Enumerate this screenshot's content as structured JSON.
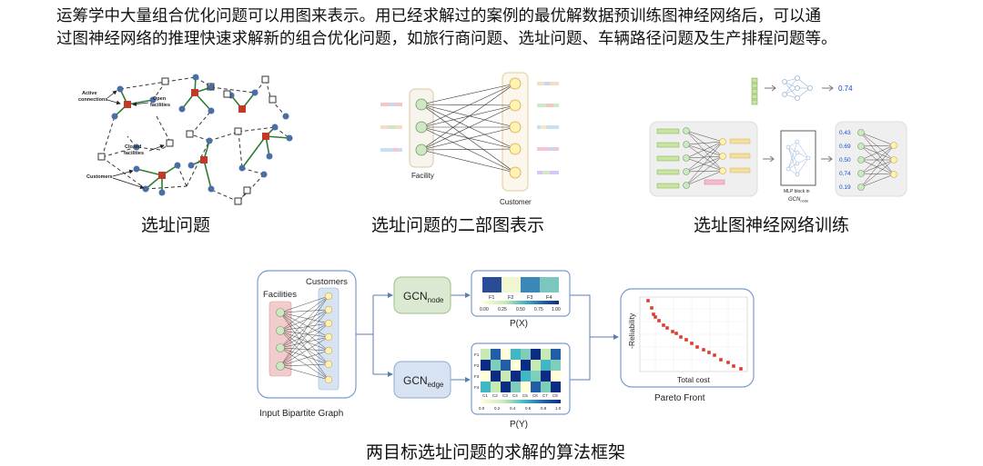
{
  "intro": {
    "line1": "运筹学中大量组合优化问题可以用图来表示。用已经求解过的案例的最优解数据预训练图神经网络后，可以通",
    "line2": "过图神经网络的推理快速求解新的组合优化问题，如旅行商问题、选址问题、车辆路径问题及生产排程问题等。"
  },
  "panel1": {
    "caption": "选址问题",
    "labels": {
      "active": "Active connections",
      "active_l1": "Active",
      "active_l2": "connections",
      "open_l1": "Open",
      "open_l2": "facilities",
      "closed_l1": "Closed",
      "closed_l2": "facilities",
      "customers": "Customers"
    }
  },
  "panel2": {
    "caption": "选址问题的二部图表示",
    "facility_label": "Facility",
    "customer_label": "Customer"
  },
  "panel3": {
    "caption": "选址图神经网络训练",
    "output_value": "0.74",
    "node_values": [
      "0.43",
      "0.69",
      "0.50",
      "0.74",
      "0.19"
    ],
    "mlp_label": "MLP block in",
    "gcn_label": "GCN",
    "gcn_sub": "node"
  },
  "panel4": {
    "caption": "两目标选址问题的求解的算法框架",
    "facilities_label": "Facilities",
    "customers_label": "Customers",
    "input_label": "Input Bipartite Graph",
    "gcn_node": "GCN",
    "gcn_node_sub": "node",
    "gcn_edge": "GCN",
    "gcn_edge_sub": "edge",
    "px_cols": [
      "F1",
      "F2",
      "F3",
      "F4"
    ],
    "px_scale": [
      "0.00",
      "0.25",
      "0.50",
      "0.75",
      "1.00"
    ],
    "px_label": "P(X)",
    "py_rows": [
      "F1",
      "F2",
      "F3",
      "F4"
    ],
    "py_cols": [
      "C1",
      "C2",
      "C3",
      "C4",
      "C5",
      "C6",
      "C7",
      "C8"
    ],
    "py_scale": [
      "0.0",
      "0.2",
      "0.4",
      "0.6",
      "0.8",
      "1.0"
    ],
    "py_label": "P(Y)",
    "reliability_label": "-Reliability",
    "total_cost_label": "Total cost",
    "pareto_label": "Pareto Front"
  },
  "colors": {
    "facility_open": "#c0392b",
    "customer": "#4a6fa5",
    "edge_active": "#2e7d32",
    "node_green": "#cfe8c4",
    "node_yellow": "#fff2b3",
    "box_blue": "#6a8fc0",
    "pareto_point": "#e03a2f"
  }
}
